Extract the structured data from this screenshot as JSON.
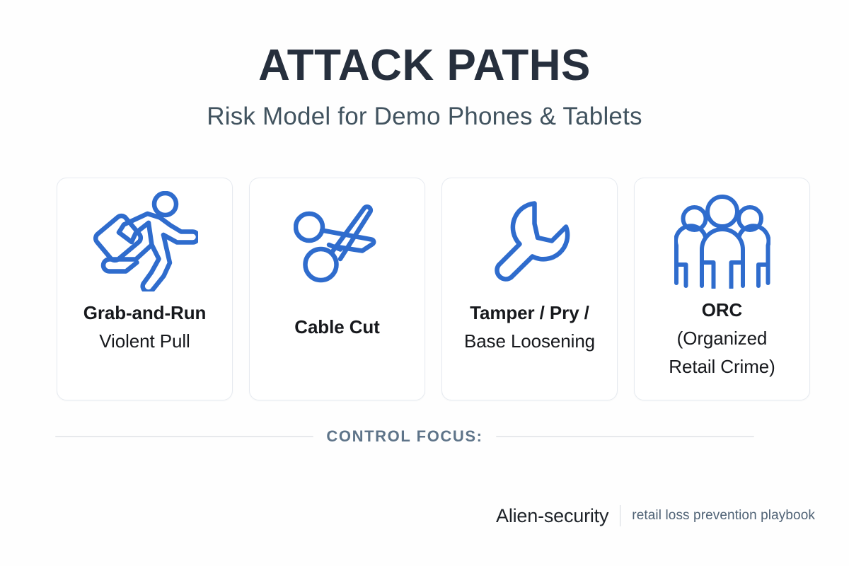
{
  "header": {
    "title": "ATTACK PATHS",
    "subtitle": "Risk Model for Demo Phones & Tablets"
  },
  "colors": {
    "title": "#262f3d",
    "subtitle": "#41535f",
    "icon_blue": "#2f6ccd",
    "card_border": "#e6eaf0",
    "control_text": "#5e7489",
    "rule": "#e7e9ec",
    "background": "#fefefe"
  },
  "cards": [
    {
      "icon": "running-thief-icon",
      "line1": "Grab-and-Run",
      "line2": "Violent Pull",
      "line3": ""
    },
    {
      "icon": "scissors-icon",
      "line1": "Cable Cut",
      "line2": "",
      "line3": ""
    },
    {
      "icon": "wrench-icon",
      "line1": "Tamper / Pry /",
      "line2": "Base Loosening",
      "line3": ""
    },
    {
      "icon": "group-of-people-icon",
      "line1": "ORC",
      "line2": "(Organized",
      "line3": "Retail Crime)"
    }
  ],
  "control_focus": {
    "label": "CONTROL FOCUS:"
  },
  "footer": {
    "brand": "Alien-security",
    "tagline": "retail loss prevention playbook"
  }
}
